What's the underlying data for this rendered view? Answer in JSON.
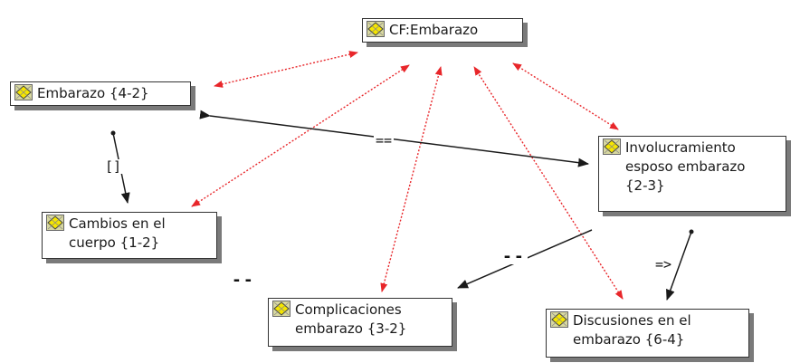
{
  "colors": {
    "association": "#e8262a",
    "relation": "#1a1a1a",
    "icon_fill": "#f5e600"
  },
  "icon": "code-diamond-icon",
  "nodes": {
    "cf": {
      "label": "CF:Embarazo"
    },
    "embarazo": {
      "label": "Embarazo {4-2}"
    },
    "cambios": {
      "label": "Cambios en el\ncuerpo {1-2}"
    },
    "involucramiento": {
      "label": "Involucramiento\nesposo embarazo\n{2-3}"
    },
    "complicaciones": {
      "label": "Complicaciones\nembarazo {3-2}"
    },
    "discusiones": {
      "label": "Discusiones en el\nembarazo {6-4}"
    }
  },
  "edge_labels": {
    "embarazo_involucramiento": "==",
    "embarazo_cambios": "[]",
    "involucramiento_complicaciones": "--",
    "cambios_complicaciones": "--",
    "involucramiento_discusiones": "=>"
  }
}
